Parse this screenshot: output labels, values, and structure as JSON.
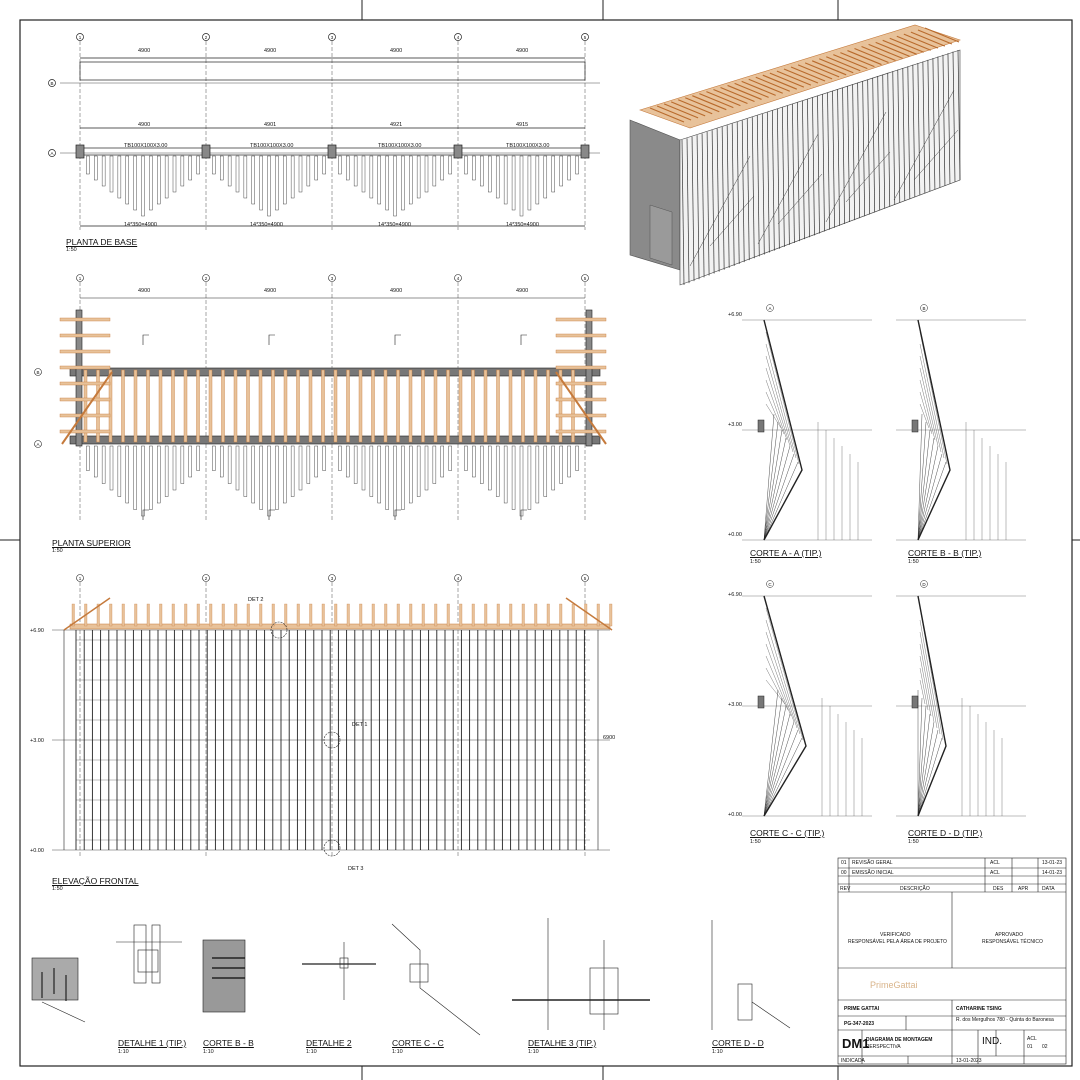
{
  "views": {
    "planta_base": {
      "title": "PLANTA DE BASE",
      "scale": "1:50"
    },
    "planta_superior": {
      "title": "PLANTA SUPERIOR",
      "scale": "1:50"
    },
    "elevacao_frontal": {
      "title": "ELEVAÇÃO FRONTAL",
      "scale": "1:50"
    },
    "corte_aa": {
      "title": "CORTE A - A (TIP.)",
      "scale": "1:50"
    },
    "corte_bb": {
      "title": "CORTE B - B (TIP.)",
      "scale": "1:50"
    },
    "corte_cc": {
      "title": "CORTE C - C (TIP.)",
      "scale": "1:50"
    },
    "corte_dd": {
      "title": "CORTE D - D (TIP.)",
      "scale": "1:50"
    },
    "detalhe_1": {
      "title": "DETALHE 1 (TIP.)",
      "scale": "1:10"
    },
    "corte_bb_det": {
      "title": "CORTE B - B",
      "scale": "1:10"
    },
    "detalhe_2": {
      "title": "DETALHE 2",
      "scale": "1:10"
    },
    "corte_cc_det": {
      "title": "CORTE C - C",
      "scale": "1:10"
    },
    "detalhe_3": {
      "title": "DETALHE 3 (TIP.)",
      "scale": "1:10"
    },
    "corte_dd_det": {
      "title": "CORTE D - D",
      "scale": "1:10"
    }
  },
  "dimensions": {
    "bay": "4900",
    "bays_base": [
      "4900",
      "4901",
      "4921",
      "4915"
    ],
    "tube": "TB100X100X3.00",
    "spacing": "14*350=4900",
    "height_total": "6900",
    "grid_numbers": [
      "1",
      "2",
      "3",
      "4",
      "5"
    ],
    "grid_letters": [
      "B",
      "A"
    ],
    "levels": [
      "+6.90",
      "+3.00",
      "+0.00"
    ]
  },
  "callouts": {
    "det1": "DET 1",
    "det2": "DET 2",
    "det3": "DET 3"
  },
  "title_block": {
    "revisions": [
      {
        "rev": "01",
        "desc": "REVISÃO GERAL",
        "des": "ACL",
        "date": "13-01-23"
      },
      {
        "rev": "00",
        "desc": "EMISSÃO INICIAL",
        "des": "ACL",
        "date": "14-01-23"
      }
    ],
    "rev_headers": [
      "REV",
      "DESCRIÇÃO",
      "DES",
      "APR",
      "DATA"
    ],
    "verificado": "VERIFICADO",
    "verificado_sub": "RESPONSÁVEL PELA ÁREA DE PROJETO",
    "aprovado": "APROVADO",
    "aprovado_sub": "RESPONSÁVEL TÉCNICO",
    "logo_a": "Prime",
    "logo_b": "Gattai",
    "cliente": "PRIME GATTAI",
    "obra": "CATHARINE TSING",
    "obra_address": "R. dos Mergulhos 780 - Quinta do Baronesa",
    "projeto": "PG-347-2023",
    "sheet": "DM1",
    "title": "DIAGRAMA DE MONTAGEM",
    "subtitle": "PERSPECTIVA",
    "ind": "IND.",
    "scale_note": "INDICADA",
    "des_initials": "ACL",
    "date": "13-01-2023",
    "page": "01",
    "page_total": "02"
  }
}
